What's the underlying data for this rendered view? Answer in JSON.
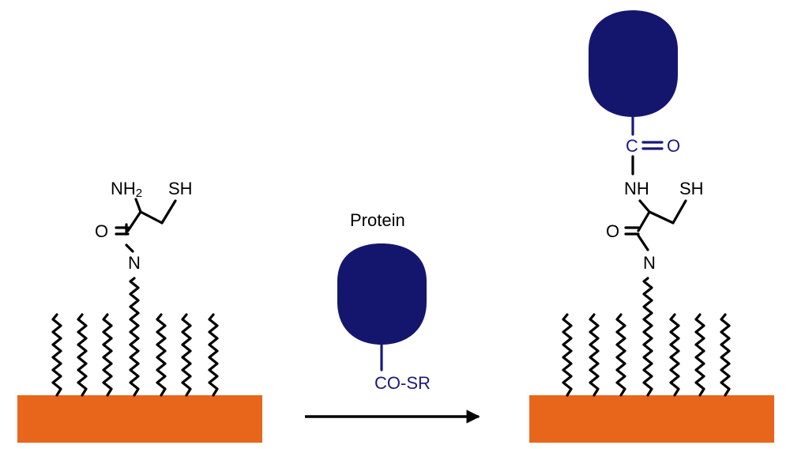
{
  "colors": {
    "surface": "#e8661c",
    "protein": "#14166e",
    "protein_text": "#1a1a7a",
    "bond": "#000000"
  },
  "left": {
    "amine_label": "NH",
    "amine_sub": "2",
    "thiol_label": "SH",
    "carbonyl_o": "O",
    "amide_n": "N"
  },
  "middle": {
    "protein_label": "Protein",
    "thioester_label": "CO-SR"
  },
  "right": {
    "carbonyl_c": "C",
    "carbonyl_o_top": "O",
    "amide_nh": "NH",
    "thiol_label": "SH",
    "carbonyl_o": "O",
    "amide_n": "N"
  },
  "icons": [
    "surface-slab",
    "alkyl-chain",
    "protein-blob",
    "reaction-arrow"
  ]
}
